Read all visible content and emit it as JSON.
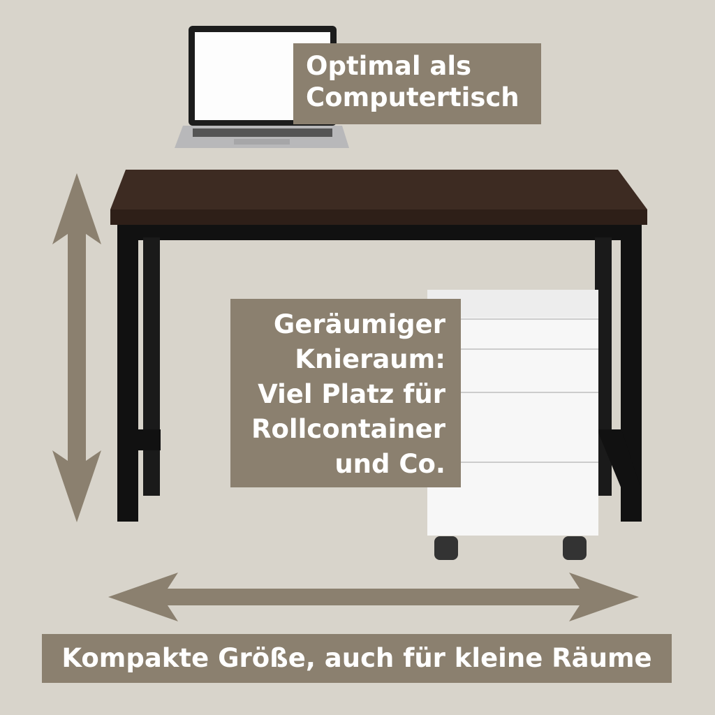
{
  "labels": {
    "top": [
      "Optimal als",
      "Computertisch"
    ],
    "middle": [
      "Geräumiger",
      "Knieraum:",
      "Viel Platz für",
      "Rollcontainer",
      "und Co."
    ],
    "bottom": "Kompakte Größe, auch für kleine Räume"
  },
  "colors": {
    "background": "#d8d4cb",
    "label_bg": "#8b806f",
    "arrow": "#8b806f",
    "desktop": "#3d2b22",
    "frame": "#111111"
  }
}
